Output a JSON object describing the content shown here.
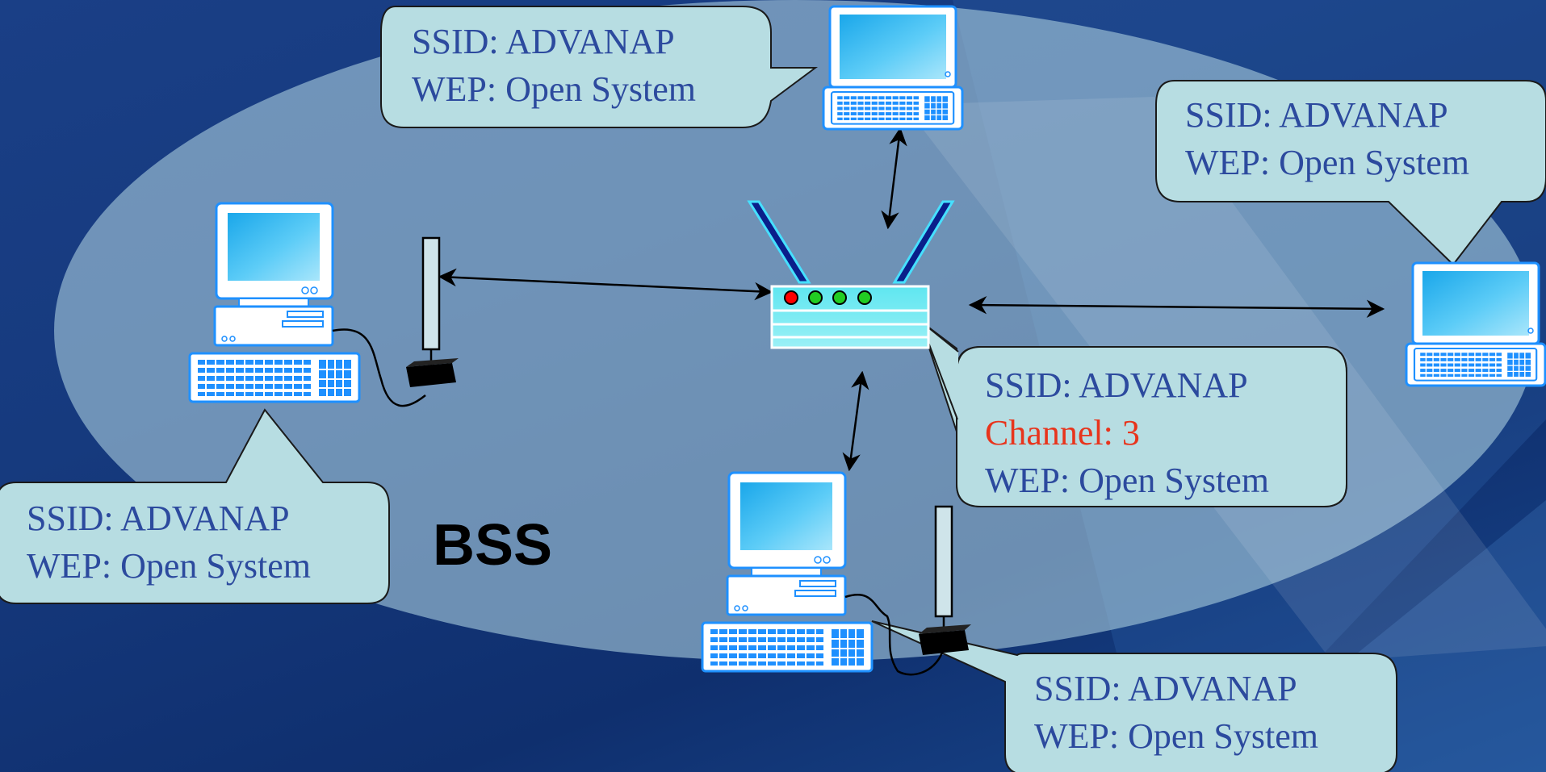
{
  "diagram": {
    "bss_label": "BSS",
    "access_point": {
      "ssid": "SSID: ADVANAP",
      "channel": "Channel: 3",
      "wep": "WEP: Open System",
      "led_colors": [
        "#ff0000",
        "#22cc22",
        "#22cc22",
        "#22cc22"
      ]
    },
    "callouts": [
      {
        "id": "laptop-top",
        "ssid": "SSID: ADVANAP",
        "wep": "WEP: Open System"
      },
      {
        "id": "laptop-right",
        "ssid": "SSID: ADVANAP",
        "wep": "WEP: Open System"
      },
      {
        "id": "desktop-left",
        "ssid": "SSID: ADVANAP",
        "wep": "WEP: Open System"
      },
      {
        "id": "desktop-bottom",
        "ssid": "SSID: ADVANAP",
        "wep": "WEP: Open System"
      }
    ],
    "colors": {
      "background": "#163a7e",
      "bss_area": "#9fc3d6",
      "callout_fill": "#b7dde2",
      "callout_text": "#2c4a9e",
      "channel_text": "#e8341c",
      "screen": "#38b6f0",
      "device_outline": "#1e90ff"
    },
    "icons": [
      "laptop-icon",
      "desktop-computer-icon",
      "wireless-access-point-icon",
      "antenna-icon"
    ]
  }
}
